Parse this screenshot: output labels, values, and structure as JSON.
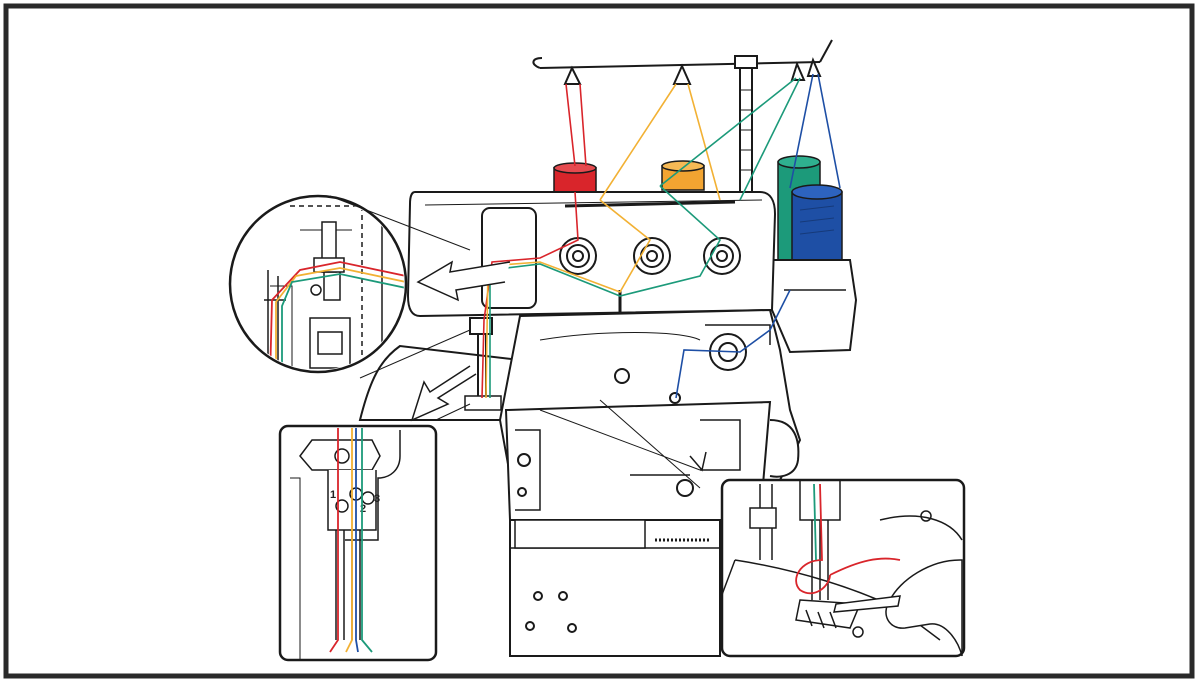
{
  "title": "",
  "needle_labels": {
    "n1": "1",
    "n2": "2",
    "n3": "3"
  },
  "thread_colors": {
    "red": "#d9252b",
    "yellow": "#f2b134",
    "green": "#1c9a7a",
    "blue": "#1e4fa5"
  },
  "line_color": "#1a1a1a",
  "frame_color": "#2a2a2a",
  "icons": [
    "thread-stand-icon",
    "spool-icon",
    "tension-dial-icon",
    "arrow-icon",
    "hand-icon",
    "tweezers-icon"
  ]
}
